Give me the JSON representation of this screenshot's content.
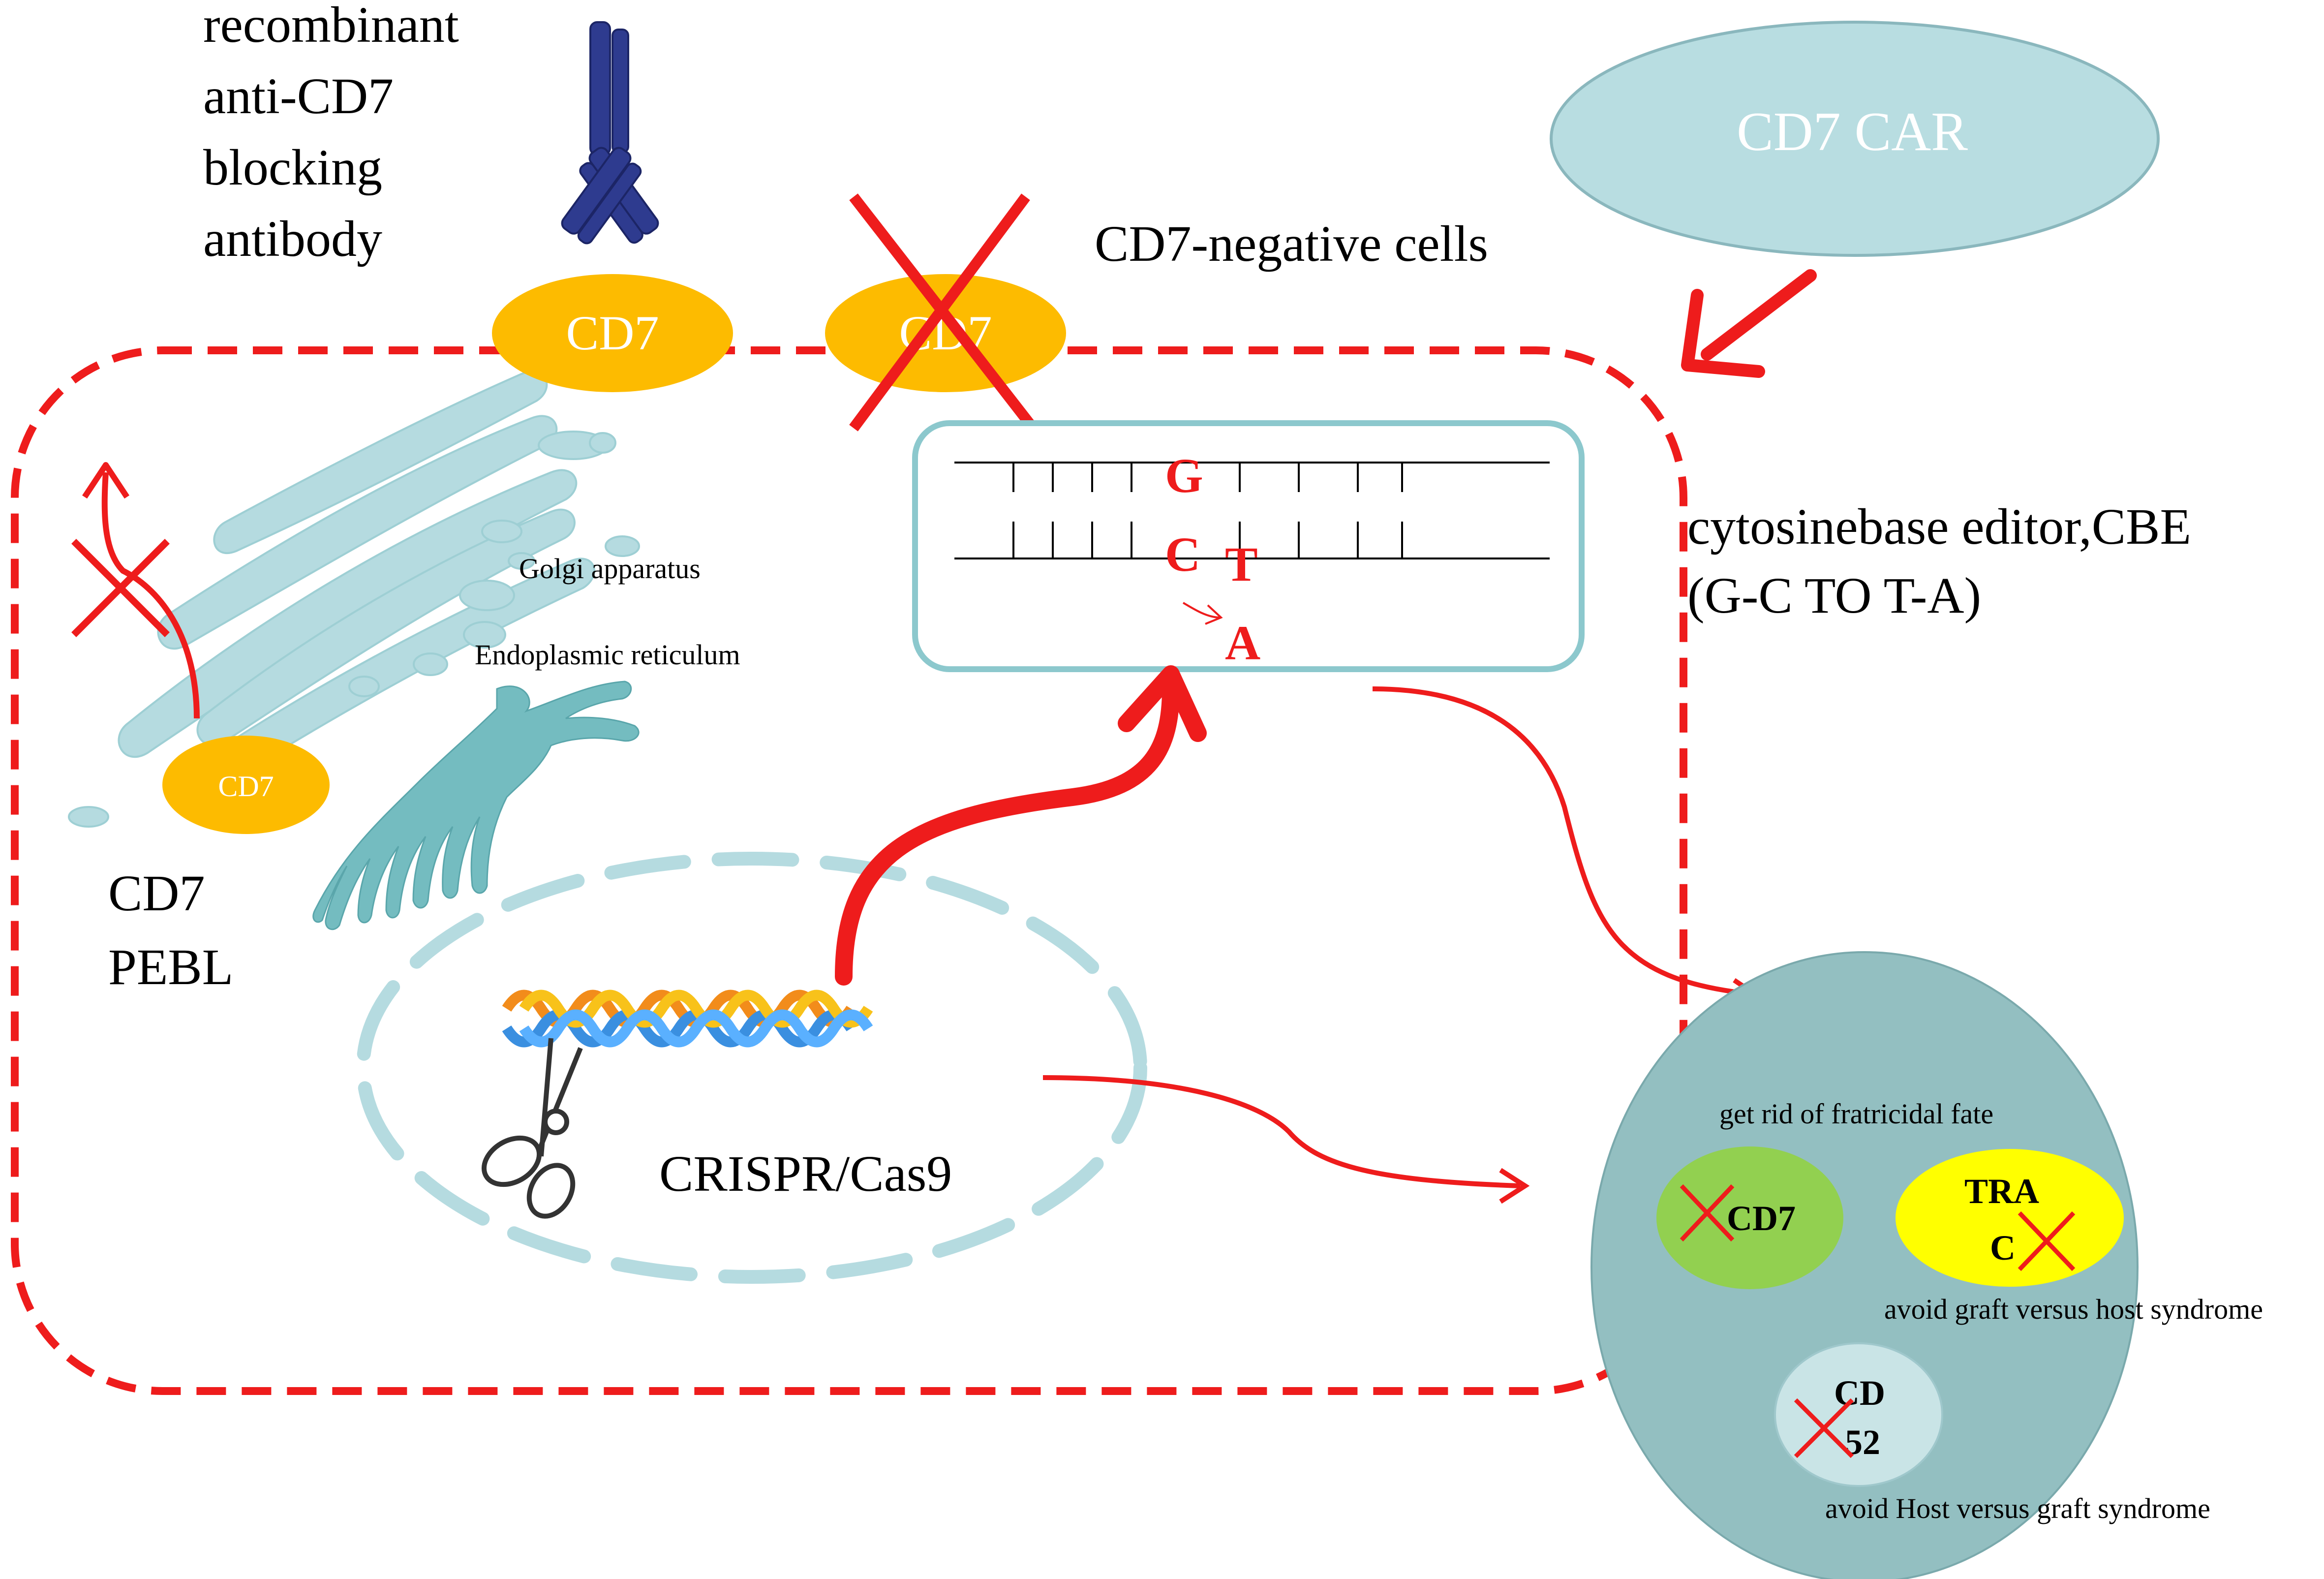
{
  "labels": {
    "antibody": [
      "recombinant",
      "anti-CD7",
      "blocking",
      "antibody"
    ],
    "cd7_surface": "CD7",
    "cd7_crossed": "CD7",
    "cd7_negative": "CD7-negative cells",
    "cd7_car": "CD7 CAR",
    "golgi": "Golgi apparatus",
    "er": "Endoplasmic reticulum",
    "cd7_inner": "CD7",
    "pebl": [
      "CD7",
      "PEBL"
    ],
    "base_g": "G",
    "base_c": "C",
    "base_t": "T",
    "base_a": "A",
    "cbe": [
      "cytosinebase editor,CBE",
      "(G-C TO T-A)"
    ],
    "crispr": "CRISPR/Cas9",
    "fratricidal": "get rid of fratricidal fate",
    "t_cd7": "CD7",
    "t_trac": [
      "TRA",
      "C"
    ],
    "gvhd": "avoid graft versus host syndrome",
    "t_cd52": [
      "CD",
      "52"
    ],
    "hvgd": "avoid Host versus graft syndrome"
  },
  "colors": {
    "red": "#ee1c1c",
    "cd7_orange": "#fdbb00",
    "organelle_blue": "#b5dbe0",
    "er_teal": "#74bcc0",
    "car_cell": "#b8dde1",
    "t_cell": "#93bfc1",
    "green_nucleus": "#92d050",
    "yellow_nucleus": "#ffff00",
    "cd52_nucleus": "#c9e4e6",
    "antibody_blue": "#2e3b8f",
    "dna_orange": "#f28c1b",
    "dna_blue": "#3a8fe0",
    "dna_yellow": "#f8c21a"
  }
}
